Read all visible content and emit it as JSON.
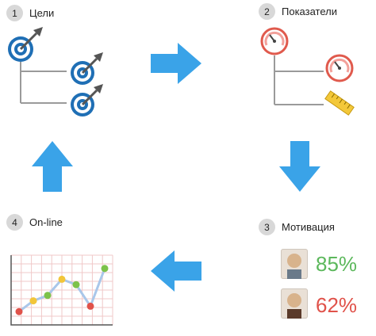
{
  "steps": [
    {
      "number": "1",
      "title": "Цели"
    },
    {
      "number": "2",
      "title": "Показатели"
    },
    {
      "number": "3",
      "title": "Мотивация"
    },
    {
      "number": "4",
      "title": "On-line"
    }
  ],
  "icons": {
    "goal": "target-icon",
    "indicator_gauge": "gauge-icon",
    "indicator_ruler": "ruler-icon",
    "motivation_person": "person-avatar",
    "arrow": "arrow-icon"
  },
  "motivation": {
    "people": [
      {
        "value": "85%",
        "color": "#5cb85c"
      },
      {
        "value": "62%",
        "color": "#e0524a"
      }
    ]
  },
  "colors": {
    "arrow": "#3aa3e8",
    "target_blue": "#1f6fb5",
    "gauge_red": "#e05a4d",
    "line_chart": "#a9c7ea"
  },
  "chart_data": {
    "type": "line",
    "x": [
      1,
      2,
      3,
      4,
      5,
      6,
      7
    ],
    "values": [
      1,
      3,
      4,
      7,
      6,
      2,
      9
    ],
    "marker_colors": [
      "#e0524a",
      "#f2c63a",
      "#7cc24a",
      "#f2c63a",
      "#7cc24a",
      "#e0524a",
      "#7cc24a"
    ],
    "ylim": [
      0,
      10
    ],
    "grid": true
  }
}
